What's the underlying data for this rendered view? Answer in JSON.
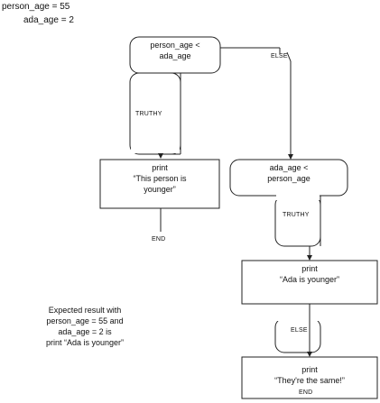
{
  "header": {
    "line1": "person_age = 55",
    "line2": "ada_age = 2"
  },
  "decision1": {
    "line1": "person_age <",
    "line2": "ada_age"
  },
  "labels": {
    "else_label": "ELSE",
    "truthy_left": "TRUTHY",
    "truthy_right": "TRUTHY",
    "else_lower": "ELSE",
    "end_left": "END",
    "end_right": "END"
  },
  "print_left": {
    "line1": "print",
    "line2": "“This person is",
    "line3": "younger”"
  },
  "decision2": {
    "line1": "ada_age <",
    "line2": "person_age"
  },
  "print_ada": {
    "line1": "print",
    "line2": "“Ada is younger”"
  },
  "print_same": {
    "line1": "print",
    "line2": "“They're the same!”"
  },
  "note": {
    "line1": "Expected result with",
    "line2": "person_age = 55 and",
    "line3": "ada_age = 2 is",
    "line4": "print “Ada is younger”"
  }
}
